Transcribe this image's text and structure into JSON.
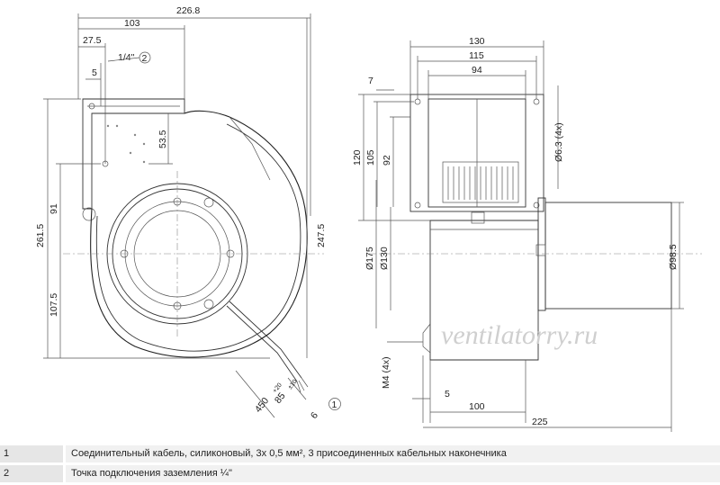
{
  "watermark": "ventilatorry.ru",
  "front_view": {
    "dims": {
      "overall_width": "226.8",
      "to_center": "103",
      "bracket_offset": "27.5",
      "ground_size": "1/4\"",
      "ground_callout": "2",
      "small_offset": "5",
      "bracket_height": "53.5",
      "total_height": "261.5",
      "upper_height": "91",
      "lower_height": "107.5",
      "housing_height": "247.5",
      "cable_length": "450",
      "cable_length_tol": "+20",
      "strip_length": "85",
      "strip_length_tol": "±10",
      "wire_end": "6",
      "cable_callout": "1"
    }
  },
  "side_view": {
    "dims": {
      "width_130": "130",
      "width_115": "115",
      "width_94": "94",
      "offset_7": "7",
      "height_120": "120",
      "height_105": "105",
      "height_92": "92",
      "hole_dia": "Ø6.3 (4x)",
      "dia_175": "Ø175",
      "dia_130": "Ø130",
      "dia_98_5": "Ø98.5",
      "thread": "M4 (4x)",
      "offset_5": "5",
      "depth_100": "100",
      "depth_225": "225"
    }
  },
  "legend": [
    {
      "num": "1",
      "text": "Соединительный кабель, силиконовый, 3х 0,5 мм², 3 присоединенных кабельных наконечника"
    },
    {
      "num": "2",
      "text": "Точка подключения заземления ¼\""
    }
  ]
}
